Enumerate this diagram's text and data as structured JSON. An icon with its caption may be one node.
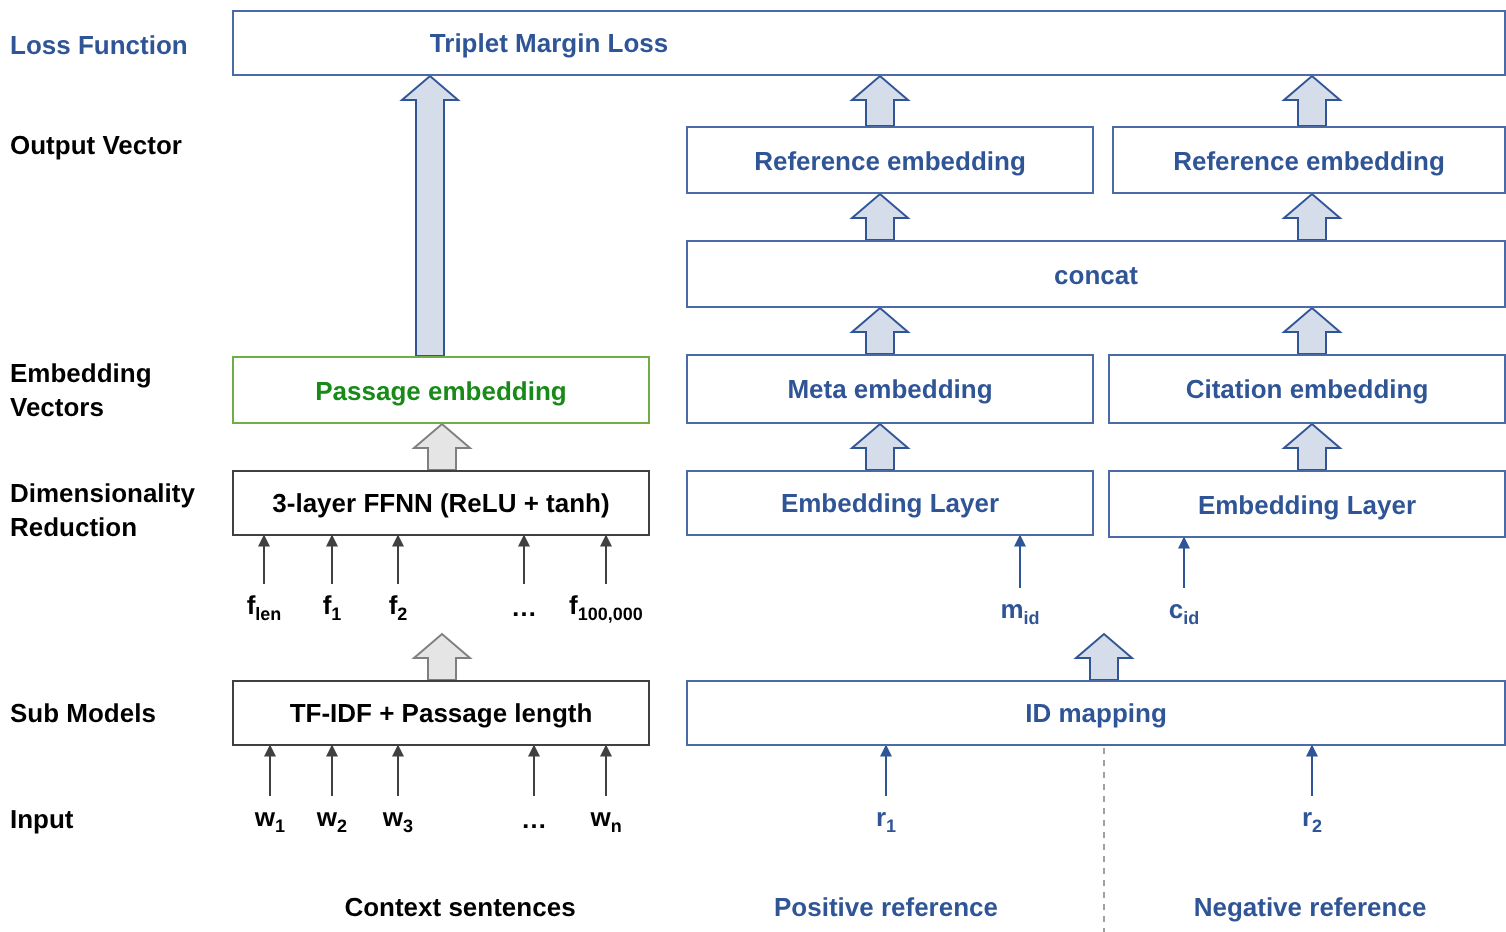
{
  "diagram": {
    "nodes": [
      {
        "text": [
          "Triplet Margin Loss"
        ]
      },
      {
        "text": [
          "Reference embedding"
        ]
      },
      {
        "text": [
          "Reference embedding"
        ]
      },
      {
        "text": [
          "concat"
        ]
      },
      {
        "text": [
          "Passage embedding"
        ]
      },
      {
        "text": [
          "Meta embedding"
        ]
      },
      {
        "text": [
          "Citation embedding"
        ]
      },
      {
        "text": [
          "3-layer FFNN (ReLU + tanh)"
        ]
      },
      {
        "text": [
          "Embedding Layer"
        ]
      },
      {
        "text": [
          "Embedding Layer"
        ]
      },
      {
        "text": [
          "f$_{len}$"
        ]
      },
      {
        "text": [
          "f$_{1}$"
        ]
      },
      {
        "text": [
          "f$_{2}$"
        ]
      },
      {
        "text": [
          "…"
        ]
      },
      {
        "text": [
          "f$_{100,000}$"
        ]
      },
      {
        "text": [
          "m$_{id}$"
        ]
      },
      {
        "text": [
          "c$_{id}$"
        ]
      },
      {
        "text": [
          "TF-IDF + Passage length"
        ]
      },
      {
        "text": [
          "ID mapping"
        ]
      },
      {
        "text": [
          "w$_{1}$"
        ]
      },
      {
        "text": [
          "w$_{2}$"
        ]
      },
      {
        "text": [
          "w$_{3}$"
        ]
      },
      {
        "text": [
          "…"
        ]
      },
      {
        "text": [
          "w$_{n}$"
        ]
      },
      {
        "text": [
          "r$_{1}$"
        ]
      },
      {
        "text": [
          "r$_{2}$"
        ]
      }
    ],
    "edges": [
      {
        "from": 4,
        "to": 0,
        "arrow": "to",
        "style": "thick",
        "color": "#2f5597"
      },
      {
        "from": 1,
        "to": 0,
        "arrow": "to",
        "style": "thick",
        "color": "#2f5597"
      },
      {
        "from": 2,
        "to": 0,
        "arrow": "to",
        "style": "thick",
        "color": "#2f5597"
      },
      {
        "from": 3,
        "to": 1,
        "arrow": "to",
        "style": "thick",
        "color": "#2f5597"
      },
      {
        "from": 3,
        "to": 2,
        "arrow": "to",
        "style": "thick",
        "color": "#2f5597"
      },
      {
        "from": 5,
        "to": 3,
        "arrow": "to",
        "style": "thick",
        "color": "#2f5597"
      },
      {
        "from": 6,
        "to": 3,
        "arrow": "to",
        "style": "thick",
        "color": "#2f5597"
      },
      {
        "from": 8,
        "to": 5,
        "arrow": "to",
        "style": "thick",
        "color": "#2f5597"
      },
      {
        "from": 9,
        "to": 6,
        "arrow": "to",
        "style": "thick",
        "color": "#2f5597"
      },
      {
        "from": 7,
        "to": 4,
        "arrow": "to",
        "style": "thick",
        "color": "#7f7f7f"
      },
      {
        "from": 17,
        "to": null,
        "arrow": "to",
        "style": "thick",
        "color": "#7f7f7f"
      },
      {
        "from": 18,
        "to": null,
        "arrow": "to",
        "style": "thick",
        "color": "#2f5597"
      },
      {
        "from": 10,
        "to": 7,
        "arrow": "to"
      },
      {
        "from": 11,
        "to": 7,
        "arrow": "to"
      },
      {
        "from": 12,
        "to": 7,
        "arrow": "to"
      },
      {
        "from": 13,
        "to": 7,
        "arrow": "to"
      },
      {
        "from": 14,
        "to": 7,
        "arrow": "to"
      },
      {
        "from": 15,
        "to": 8,
        "arrow": "to",
        "color": "#2f5597"
      },
      {
        "from": 16,
        "to": 9,
        "arrow": "to",
        "color": "#2f5597"
      },
      {
        "from": 19,
        "to": 17,
        "arrow": "to"
      },
      {
        "from": 20,
        "to": 17,
        "arrow": "to"
      },
      {
        "from": 21,
        "to": 17,
        "arrow": "to"
      },
      {
        "from": 22,
        "to": 17,
        "arrow": "to"
      },
      {
        "from": 23,
        "to": 17,
        "arrow": "to"
      },
      {
        "from": 24,
        "to": 18,
        "arrow": "to",
        "color": "#2f5597"
      },
      {
        "from": 25,
        "to": 18,
        "arrow": "to",
        "color": "#2f5597"
      }
    ],
    "labels": [
      "Loss Function",
      "Output Vector",
      "Embedding Vectors",
      "Dimensionality Reduction",
      "Sub Models",
      "Input",
      "Context sentences",
      "Positive reference",
      "Negative reference"
    ]
  }
}
